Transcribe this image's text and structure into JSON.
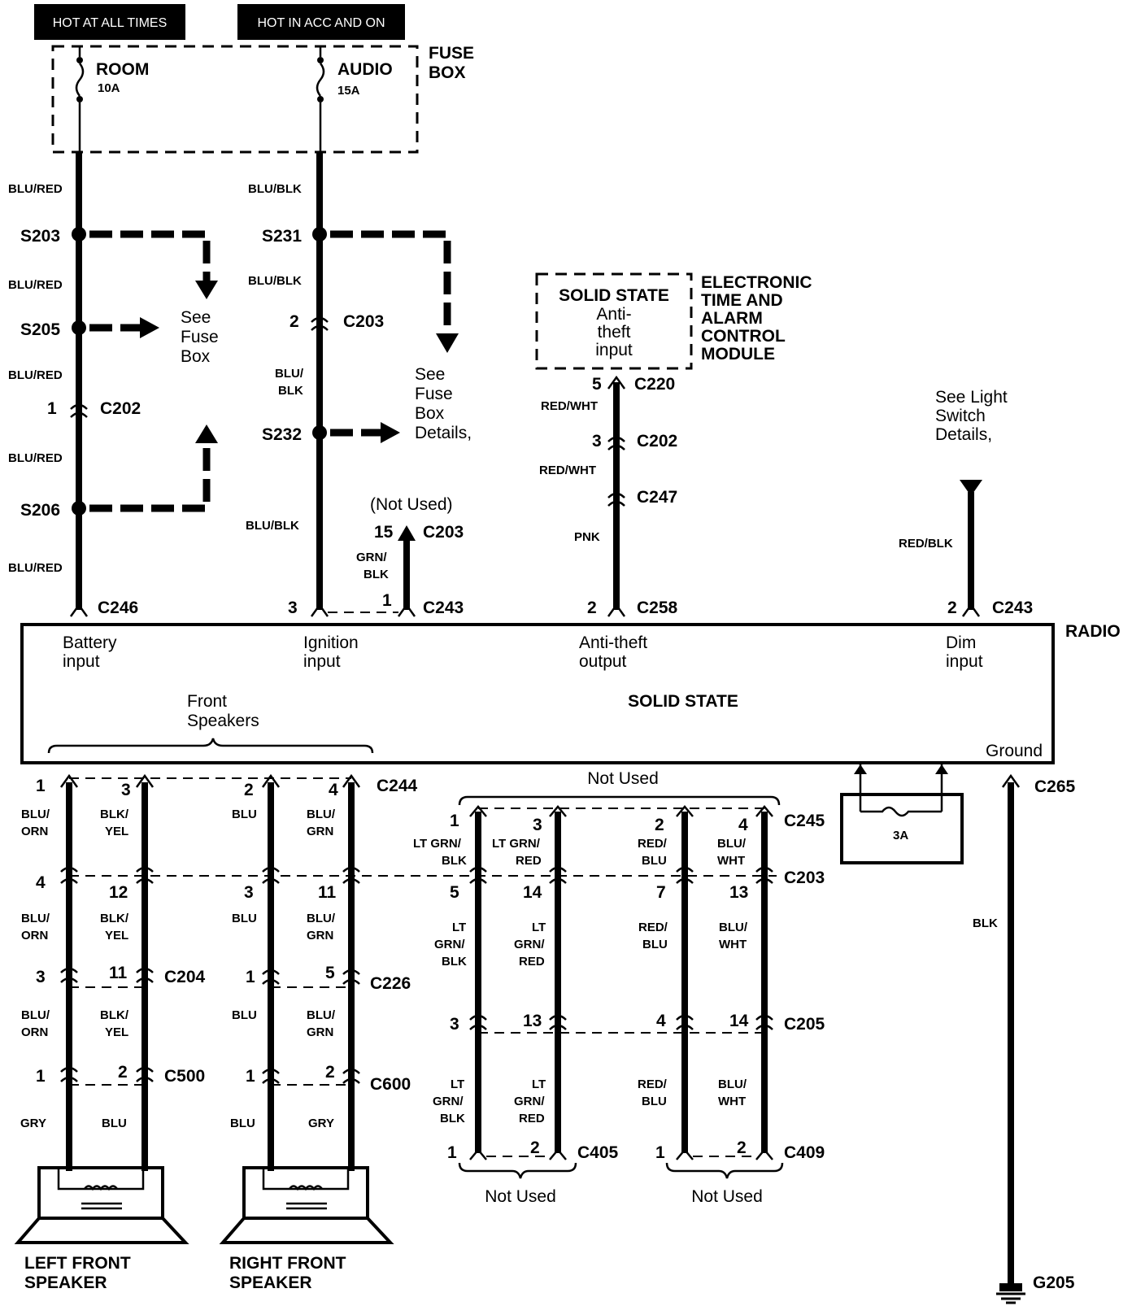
{
  "headers": {
    "hot_all_times": "HOT AT ALL TIMES",
    "hot_acc_on": "HOT IN ACC AND ON"
  },
  "fuse_box": {
    "title_line1": "FUSE",
    "title_line2": "BOX",
    "room_label": "ROOM",
    "room_rating": "10A",
    "audio_label": "AUDIO",
    "audio_rating": "15A"
  },
  "battery_circuit": {
    "wire1": "BLU/RED",
    "wire2": "BLU/RED",
    "wire3": "BLU/RED",
    "wire4": "BLU/RED",
    "wire5": "BLU/RED",
    "splice1": "S203",
    "splice2": "S205",
    "splice3": "S206",
    "connector": "C202",
    "connector_pin": "1",
    "note_line1": "See",
    "note_line2": "Fuse",
    "note_line3": "Box",
    "radio_connector": "C246"
  },
  "ignition_circuit": {
    "wire1": "BLU/BLK",
    "wire2": "BLU/BLK",
    "wire3a": "BLU/",
    "wire3b": "BLK",
    "wire4": "BLU/BLK",
    "splice1": "S231",
    "splice2": "S232",
    "connector": "C203",
    "connector_pin": "2",
    "note_line1": "See",
    "note_line2": "Fuse",
    "note_line3": "Box",
    "note_line4": "Details,",
    "radio_pin": "3"
  },
  "not_used_circuit": {
    "note": "(Not Used)",
    "pin_top": "15",
    "connector_top": "C203",
    "wire_a": "GRN/",
    "wire_b": "BLK",
    "pin_bottom": "1",
    "connector_bottom": "C243"
  },
  "module": {
    "box_title": "SOLID STATE",
    "box_line1": "Anti-",
    "box_line2": "theft",
    "box_line3": "input",
    "name_line1": "ELECTRONIC",
    "name_line2": "TIME AND",
    "name_line3": "ALARM",
    "name_line4": "CONTROL",
    "name_line5": "MODULE"
  },
  "antitheft_circuit": {
    "pin1": "5",
    "conn1": "C220",
    "wire1": "RED/WHT",
    "pin2": "3",
    "conn2": "C202",
    "wire2": "RED/WHT",
    "conn3": "C247",
    "wire3": "PNK",
    "pin4": "2",
    "conn4": "C258"
  },
  "dim_circuit": {
    "note_line1": "See Light",
    "note_line2": "Switch",
    "note_line3": "Details,",
    "wire": "RED/BLK",
    "pin": "2",
    "connector": "C243"
  },
  "radio": {
    "title": "RADIO",
    "body": "SOLID STATE",
    "battery_input_1": "Battery",
    "battery_input_2": "input",
    "ignition_input_1": "Ignition",
    "ignition_input_2": "input",
    "antitheft_output_1": "Anti-theft",
    "antitheft_output_2": "output",
    "dim_input_1": "Dim",
    "dim_input_2": "input",
    "front_speakers_1": "Front",
    "front_speakers_2": "Speakers",
    "ground": "Ground"
  },
  "front_speaker_wiring": {
    "c244": "C244",
    "c244_pins": [
      "1",
      "3",
      "2",
      "4"
    ],
    "row1_wires": [
      [
        "BLU/",
        "ORN"
      ],
      [
        "BLK/",
        "YEL"
      ],
      [
        "BLU",
        ""
      ],
      [
        "BLU/",
        "GRN"
      ]
    ],
    "c203_pins": [
      "4",
      "12",
      "3",
      "11"
    ],
    "row2_wires": [
      [
        "BLU/",
        "ORN"
      ],
      [
        "BLK/",
        "YEL"
      ],
      [
        "BLU",
        ""
      ],
      [
        "BLU/",
        "GRN"
      ]
    ],
    "c204": "C204",
    "c204_pins": [
      "3",
      "11"
    ],
    "c226": "C226",
    "c226_pins": [
      "1",
      "5"
    ],
    "row3_wires": [
      [
        "BLU/",
        "ORN"
      ],
      [
        "BLK/",
        "YEL"
      ],
      [
        "BLU",
        ""
      ],
      [
        "BLU/",
        "GRN"
      ]
    ],
    "c500": "C500",
    "c500_pins": [
      "1",
      "2"
    ],
    "c600": "C600",
    "c600_pins": [
      "1",
      "2"
    ],
    "row4_wires": [
      "GRY",
      "BLU",
      "BLU",
      "GRY"
    ],
    "left_speaker_1": "LEFT FRONT",
    "left_speaker_2": "SPEAKER",
    "right_speaker_1": "RIGHT FRONT",
    "right_speaker_2": "SPEAKER"
  },
  "rear_wiring": {
    "not_used_top": "Not Used",
    "c245": "C245",
    "c245_pins": [
      "1",
      "3",
      "2",
      "4"
    ],
    "row1_wires": [
      [
        "LT GRN/",
        "BLK"
      ],
      [
        "LT GRN/",
        "RED"
      ],
      [
        "RED/",
        "BLU"
      ],
      [
        "BLU/",
        "WHT"
      ]
    ],
    "c203": "C203",
    "c203_pins": [
      "5",
      "14",
      "7",
      "13"
    ],
    "row2_wires": [
      [
        "LT",
        "GRN/",
        "BLK"
      ],
      [
        "LT",
        "GRN/",
        "RED"
      ],
      [
        "RED/",
        "BLU"
      ],
      [
        "BLU/",
        "WHT"
      ]
    ],
    "c205": "C205",
    "c205_pins": [
      "3",
      "13",
      "4",
      "14"
    ],
    "row3_wires": [
      [
        "LT",
        "GRN/",
        "BLK"
      ],
      [
        "LT",
        "GRN/",
        "RED"
      ],
      [
        "RED/",
        "BLU"
      ],
      [
        "BLU/",
        "WHT"
      ]
    ],
    "c405": "C405",
    "c405_pins": [
      "1",
      "2"
    ],
    "c409": "C409",
    "c409_pins": [
      "1",
      "2"
    ],
    "not_used_left": "Not Used",
    "not_used_right": "Not Used"
  },
  "ground_circuit": {
    "connector": "C265",
    "wire": "BLK",
    "ground": "G205",
    "fuse": "3A"
  }
}
